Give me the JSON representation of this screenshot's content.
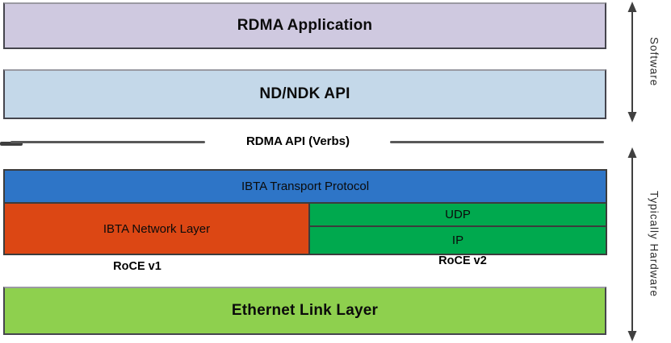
{
  "diagram": {
    "software_stack": {
      "rdma_application": "RDMA Application",
      "nd_ndk_api": "ND/NDK API"
    },
    "api_divider": {
      "label": "RDMA API (Verbs)"
    },
    "hardware_stack": {
      "ibta_transport": "IBTA Transport Protocol",
      "ibta_network": "IBTA Network Layer",
      "udp": "UDP",
      "ip": "IP",
      "roce_v1": "RoCE v1",
      "roce_v2": "RoCE v2",
      "ethernet": "Ethernet Link Layer"
    },
    "side_labels": {
      "software": "Software",
      "typically_hardware": "Typically Hardware"
    },
    "colors": {
      "rdma_application_bg": "#cfc9e0",
      "nd_ndk_api_bg": "#c4d8e9",
      "ibta_transport_bg": "#2e75c7",
      "ibta_network_bg": "#dc4714",
      "udp_bg": "#00a94e",
      "ip_bg": "#00a94e",
      "ethernet_bg": "#8ed04e",
      "divider_line": "#595959",
      "arrow": "#404040"
    }
  }
}
